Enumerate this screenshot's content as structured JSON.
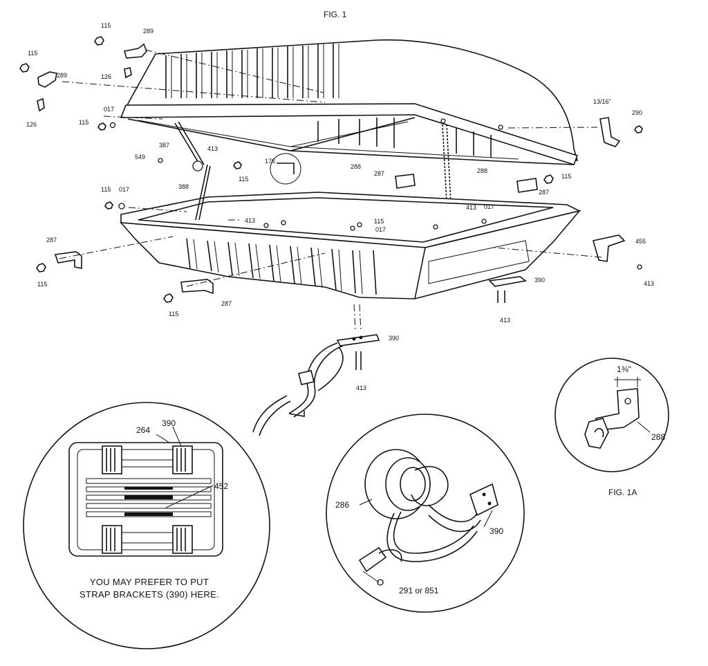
{
  "figure_title": "FIG. 1",
  "inset_title": "FIG. 1A",
  "note_text": [
    "YOU MAY PREFER TO PUT",
    "STRAP BRACKETS (390) HERE."
  ],
  "callouts": {
    "lid_115_a": "115",
    "lid_289_a": "289",
    "lid_115_b": "115",
    "lid_289_b": "289",
    "lid_126_a": "126",
    "lid_126_b": "126",
    "lid_017": "017",
    "lid_115_c": "115",
    "lid_387": "387",
    "lid_413": "413",
    "lid_549": "549",
    "lid_115_d": "115",
    "lid_176": "176",
    "lid_288_a": "288",
    "lid_288_b": "288",
    "lid_287": "287",
    "lid_115_e": "115",
    "lid_287_b": "287",
    "dim_13_16": "13/16\"",
    "lid_290": "290",
    "base_115_a": "115",
    "base_017_a": "017",
    "base_388": "388",
    "base_413_a": "413",
    "base_115_b": "115",
    "base_017_b": "017",
    "base_413_b": "413",
    "base_017_c": "017",
    "base_287_a": "287",
    "base_115_c": "115",
    "base_287_b": "287",
    "base_115_d": "115",
    "base_455": "455",
    "base_413_c": "413",
    "base_390": "390",
    "base_413_d": "413",
    "strap_390": "390",
    "strap_413": "413",
    "detail_264": "264",
    "detail_390": "390",
    "detail_452": "452",
    "clamp_286": "286",
    "clamp_390": "390",
    "clamp_291": "291 or 851",
    "inset_dim": "1⅜\"",
    "inset_288": "288"
  },
  "icons": {
    "lid": "cargo-box-lid",
    "base": "cargo-box-base",
    "strap": "mounting-strap",
    "bracket": "bracket",
    "nut": "hex-nut",
    "bolt": "bolt"
  }
}
